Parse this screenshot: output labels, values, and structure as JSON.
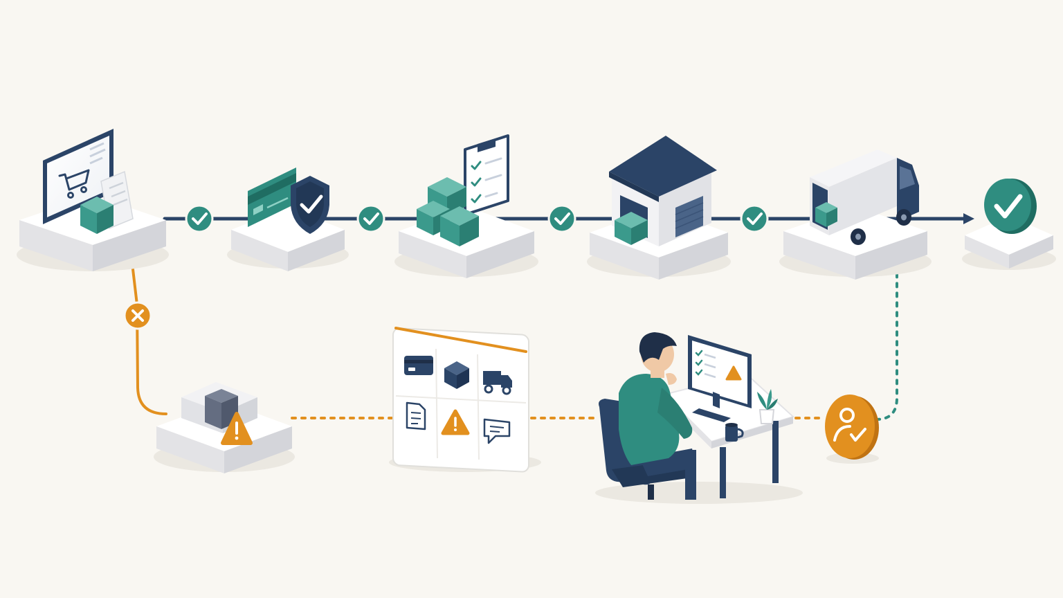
{
  "colors": {
    "background": "#f9f7f2",
    "navy": "#2b4467",
    "teal": "#2f8d80",
    "teal_light": "#5eb3a5",
    "orange": "#e2901f",
    "platform_top": "#ffffff",
    "platform_side": "#e3e3e6",
    "shadow": "#ebe8e1"
  },
  "main_flow": {
    "stages": [
      {
        "id": "online-order",
        "icons": [
          "monitor-icon",
          "shopping-cart-icon",
          "receipt-icon",
          "package-icon"
        ]
      },
      {
        "id": "payment-verification",
        "icons": [
          "credit-card-icon",
          "shield-check-icon"
        ]
      },
      {
        "id": "order-picking",
        "icons": [
          "clipboard-checklist-icon",
          "stacked-packages-icon"
        ]
      },
      {
        "id": "warehouse",
        "icons": [
          "warehouse-icon",
          "package-icon"
        ]
      },
      {
        "id": "shipping",
        "icons": [
          "delivery-truck-icon",
          "package-icon"
        ]
      },
      {
        "id": "completed",
        "icons": [
          "check-badge-icon"
        ]
      }
    ],
    "connectors": [
      "check-icon",
      "check-icon",
      "check-icon",
      "check-icon"
    ]
  },
  "exception_flow": {
    "failure_marker": "x-icon",
    "stages": [
      {
        "id": "flagged-package",
        "icons": [
          "package-icon",
          "warning-icon"
        ]
      },
      {
        "id": "issue-panel",
        "icons": [
          "credit-card-icon",
          "package-icon",
          "delivery-truck-icon",
          "document-icon",
          "warning-icon",
          "chat-icon"
        ]
      },
      {
        "id": "support-agent",
        "icons": [
          "person-icon",
          "monitor-icon",
          "chair-icon",
          "plant-icon",
          "mug-icon"
        ]
      },
      {
        "id": "resolution",
        "icons": [
          "user-check-icon"
        ]
      }
    ]
  }
}
